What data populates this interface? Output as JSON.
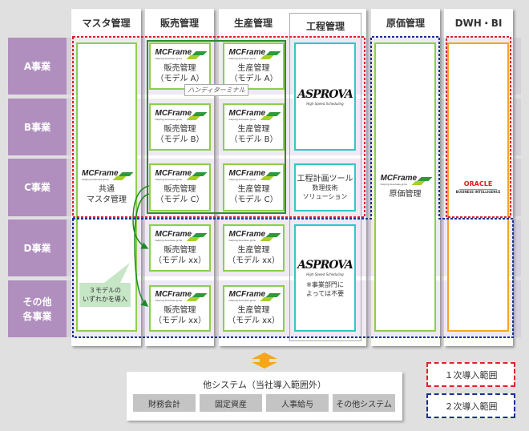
{
  "columns": [
    "マスタ管理",
    "販売管理",
    "生産管理",
    "工程管理",
    "原価管理",
    "DWH・BI"
  ],
  "rows": [
    "A事業",
    "B事業",
    "C事業",
    "D事業",
    "その他\n各事業"
  ],
  "logos": {
    "mcframe": "MCFrame",
    "mcframe_tag": "helping business grow",
    "asprova": "ASPROVA",
    "asprova_tag": "High Speed Scheduling",
    "oracle": "ORACLE",
    "oracle_tag": "BUSINESS INTELLIGENCE"
  },
  "master": {
    "line1": "共通",
    "line2": "マスタ管理"
  },
  "sales": [
    {
      "name": "販売管理",
      "model": "（モデル A）"
    },
    {
      "name": "販売管理",
      "model": "（モデル B）"
    },
    {
      "name": "販売管理",
      "model": "（モデル C）"
    },
    {
      "name": "販売管理",
      "model": "（モデル xx）"
    },
    {
      "name": "販売管理",
      "model": "（モデル xx）"
    }
  ],
  "production": [
    {
      "name": "生産管理",
      "model": "（モデル A）"
    },
    {
      "name": "生産管理",
      "model": "（モデル B）"
    },
    {
      "name": "生産管理",
      "model": "（モデル C）"
    },
    {
      "name": "生産管理",
      "model": "（モデル xx）"
    },
    {
      "name": "生産管理",
      "model": "（モデル xx）"
    }
  ],
  "handy_terminal": "ハンディターミナル",
  "process_tool": {
    "line1": "工程計画ツール",
    "line2": "数理技術",
    "line3": "ソリューション"
  },
  "process_note": {
    "line1": "※事業部門に",
    "line2": "よっては不要"
  },
  "cost": "原価管理",
  "callout": {
    "line1": "３モデルの",
    "line2": "いずれかを導入"
  },
  "other_systems": {
    "title": "他システム（当社導入範囲外）",
    "items": [
      "財務会計",
      "固定資産",
      "人事給与",
      "その他システム"
    ]
  },
  "legend": {
    "first": "１次導入範囲",
    "second": "２次導入範囲"
  },
  "colors": {
    "first": "#e0202a",
    "second": "#1a2f9a",
    "green": "#7dc242",
    "row": "#b08fbf"
  }
}
